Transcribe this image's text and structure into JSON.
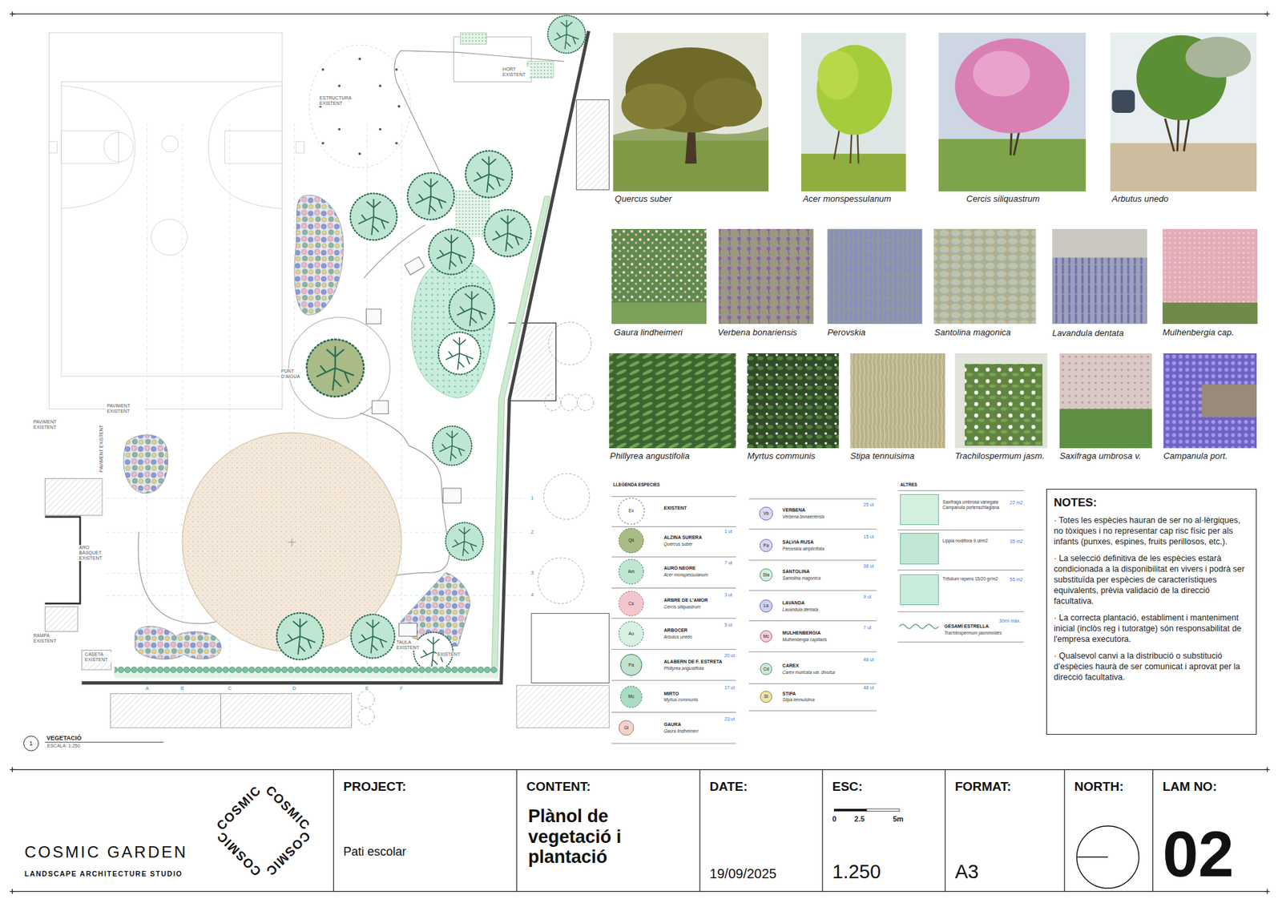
{
  "diagram": {
    "nodes": [
      {
        "text": [
          "NOTES:",
          "· Totes les espècies hauran de ser no al·lèrgiques, no tòxiques i no representar cap risc físic per als infants (punxes, espines, fruits perillosos, etc.).",
          "· La selecció definitiva de les espècies estarà condicionada a la disponibilitat en vivers i podrà ser substituïda per espècies de característiques equivalents, prèvia validació de la direcció facultativa.",
          "· La correcta plantació, establiment i manteniment inicial (inclòs reg i tutoratge) són responsabilitat de l'empresa executora.",
          "· Qualsevol canvi a la distribució o substitució d'espècies haurà de ser comunicat i aprovat per la direcció facultativa."
        ]
      },
      {
        "text": [
          "COSMIC GARDEN",
          "LANDSCAPE ARCHITECTURE STUDIO"
        ]
      },
      {
        "text": [
          "PROJECT:",
          "Pati escolar"
        ]
      },
      {
        "text": [
          "CONTENT:",
          "Plànol de vegetació i plantació"
        ]
      },
      {
        "text": [
          "DATE:",
          "19/09/2025"
        ]
      },
      {
        "text": [
          "ESC:",
          "1.250"
        ]
      },
      {
        "text": [
          "FORMAT:",
          "A3"
        ]
      },
      {
        "text": [
          "NORTH:"
        ]
      },
      {
        "text": [
          "LAM NO:",
          "02"
        ]
      }
    ],
    "labels": [
      "ESTRUCTURA EXISTENT",
      "HORT EXISTENT",
      "PUNT D'AIGUA",
      "PAVIMENT EXISTENT",
      "PAVIMENT EXISTENT",
      "PAVIMENT EXISTENT",
      "ARO BÀSQUET EXISTENT",
      "RAMPA EXISTENT",
      "CASETA EXISTENT",
      "TAULA EXISTENT",
      "EXISTENT",
      "A",
      "B",
      "C",
      "D",
      "E",
      "F",
      "1",
      "2",
      "3",
      "4",
      "1",
      "VEGETACIÓ",
      "ESCALA: 1:250",
      "Quercus suber",
      "Acer monspessulanum",
      "Cercis siliquastrum",
      "Arbutus unedo",
      "Gaura lindheimeri",
      "Verbena bonariensis",
      "Perovskia",
      "Santolina magonica",
      "Lavandula dentata",
      "Mulhenbergia cap.",
      "Phillyrea angustifolia",
      "Myrtus communis",
      "Stipa tennuisima",
      "Trachilospermum jasm.",
      "Saxifraga umbrosa v.",
      "Campanula port.",
      "LLEGENDA ESPECIES",
      "ALTRES",
      "Quercus suber",
      "1 ut",
      "Acer monspessulanum",
      "7 ut",
      "Cercis siliquastrum",
      "3 ut",
      "Arbutus unedo",
      "5 ut",
      "Phillyrea angustifolia",
      "20 ut",
      "Myrtus communis",
      "17 ut",
      "Gaura lindheimeri",
      "23 ut",
      "Verbena bonaeriensis",
      "25 ut",
      "Perovskia atriplicifolia",
      "15 ut",
      "Santolina magonica",
      "38 ut",
      "Lavandula dentata",
      "9 ut",
      "Mulhenbergia capillaris",
      "7 ut",
      "Carex muricata var. divulsa",
      "48 ut",
      "Stipa tennuisima",
      "48 ut",
      "Ex",
      "Qs",
      "Am",
      "Cs",
      "Au",
      "Pa",
      "Mc",
      "Gl",
      "Vb",
      "Pa",
      "Sta",
      "La",
      "Mc",
      "Cd",
      "St",
      "22 m2",
      "35 m2",
      "55 m2",
      "30ml màx.",
      "Trachilospermum jasminoides",
      "COSMIC",
      "COSMIC",
      "COSMIC",
      "COSMIC",
      "0",
      "2.5",
      "5m"
    ],
    "legend": [
      {
        "text": "EXISTENT"
      },
      {
        "text": "ALZINA SURERA"
      },
      {
        "text": "AURÓ NEGRE"
      },
      {
        "text": "ARBRE DE L'AMOR"
      },
      {
        "text": "ARBOCER"
      },
      {
        "text": "ALABERN DE F. ESTRETA"
      },
      {
        "text": "MIRTO"
      },
      {
        "text": "GAURA"
      },
      {
        "text": "VERBENA"
      },
      {
        "text": "SALVIA RUSA"
      },
      {
        "text": "SANTOLINA"
      },
      {
        "text": "LAVANDA"
      },
      {
        "text": "MULHENBERGIA"
      },
      {
        "text": "CAREX"
      },
      {
        "text": "STIPA"
      },
      {
        "text": "Saxifraga umbrosa variegata Campanula portenschlagiana",
        "color": "#d3f0df"
      },
      {
        "text": "Lippia nodiflora 9 ut/m2",
        "color": "#bfe7d3"
      },
      {
        "text": "Trifolium repens 15/20 gr/m2",
        "color": "#c9ecdb"
      },
      {
        "text": "GESAMÍ ESTRELLA"
      }
    ]
  }
}
